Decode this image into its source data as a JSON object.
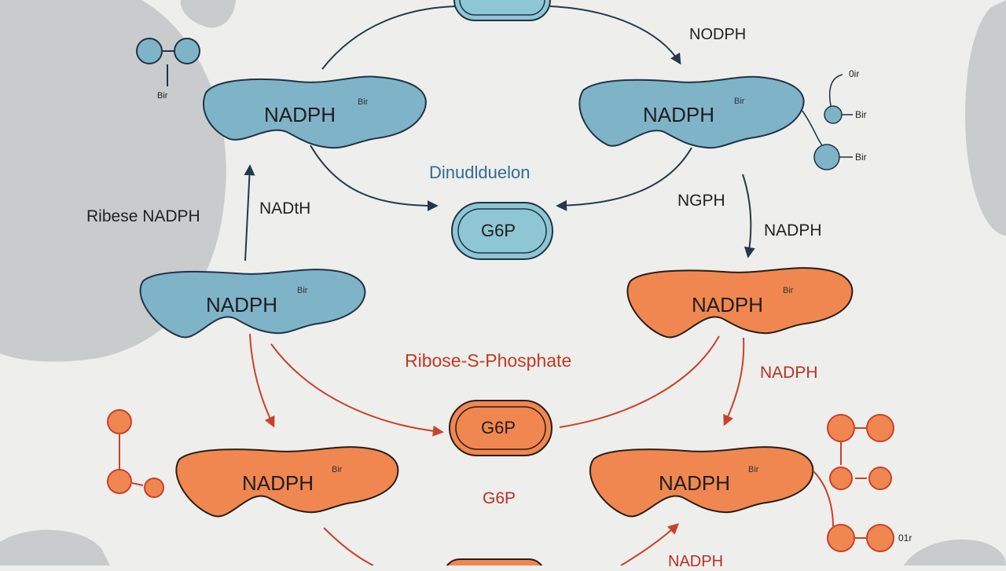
{
  "colors": {
    "background": "#eeeeec",
    "blob_grey": "#c9cbcc",
    "blue_fill": "#7fb3c8",
    "blue_stroke": "#1f3446",
    "orange_fill": "#f08750",
    "orange_stroke": "#2a1d16",
    "arrow_dark": "#24384a",
    "arrow_red": "#c8412b",
    "title_blue": "#2e6d92",
    "title_red": "#c23a22",
    "label_red": "#b53224"
  },
  "diagram": {
    "center_title": "Dinudlduelon",
    "center_subtitle": "Ribose-S-Phosphate",
    "left_label": "Ribese NADPH",
    "nodes": {
      "top_left": {
        "label": "NADPH",
        "sup": "Bir"
      },
      "top_right": {
        "label": "NADPH",
        "sup": "Bir"
      },
      "mid_left": {
        "label": "NADPH",
        "sup": "Bir"
      },
      "mid_right": {
        "label": "NADPH",
        "sup": "Bir"
      },
      "bottom_left": {
        "label": "NADPH",
        "sup": "Bir"
      },
      "bottom_right": {
        "label": "NADPH",
        "sup": "Bir"
      }
    },
    "pills": {
      "top": {
        "label": ""
      },
      "center_blue": {
        "label": "G6P"
      },
      "center_orange": {
        "label": "G6P"
      },
      "bottom": {
        "label": ""
      }
    },
    "arrow_labels": {
      "top_right": "NODPH",
      "left_mid": "NADtH",
      "right_upper": "NGPH",
      "right_mid": "NADPH",
      "right_lower": "NADPH",
      "bottom_center": "G6P",
      "bottom_right": "NADPH"
    },
    "molecule_labels": {
      "top_left": "Bir",
      "top_right_1": "0ir",
      "top_right_2": "Bir",
      "top_right_3": "Bir",
      "bottom_right": "01r"
    }
  }
}
